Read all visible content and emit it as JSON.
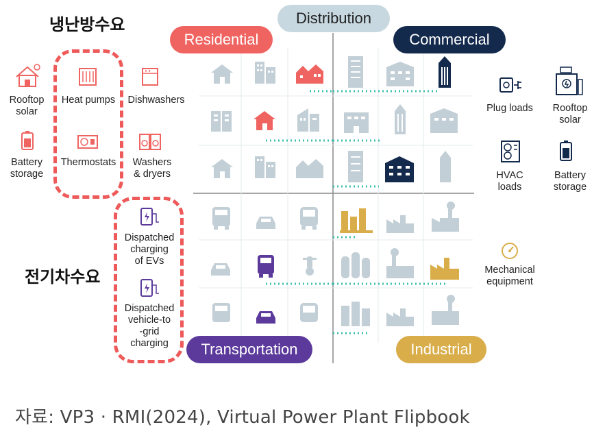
{
  "headings": {
    "heating_cooling": "냉난방수요",
    "ev": "전기차수요"
  },
  "pills": {
    "distribution": "Distribution",
    "residential": "Residential",
    "commercial": "Commercial",
    "transportation": "Transportation",
    "industrial": "Industrial"
  },
  "left_items": {
    "rooftop_solar": "Rooftop\nsolar",
    "heat_pumps": "Heat pumps",
    "dishwashers": "Dishwashers",
    "battery_storage": "Battery\nstorage",
    "thermostats": "Thermostats",
    "washers_dryers": "Washers\n& dryers",
    "dispatched_charging": "Dispatched\ncharging\nof EVs",
    "dispatched_v2g": "Dispatched\nvehicle-to\n-grid\ncharging"
  },
  "right_items": {
    "plug_loads": "Plug loads",
    "rooftop_solar": "Rooftop\nsolar",
    "hvac_loads": "HVAC\nloads",
    "battery_storage": "Battery\nstorage",
    "mechanical_equipment": "Mechanical\nequipment"
  },
  "source": "자료: VP3 · RMI(2024), Virtual Power Plant Flipbook",
  "colors": {
    "residential": "#ef6461",
    "commercial": "#142a4d",
    "transportation": "#5b3a9b",
    "industrial": "#d9ad4a",
    "distribution": "#c8d8e0",
    "grey_icon": "#c2cfd6",
    "teal_dots": "#3bbfad",
    "dash_red": "#ee5a5a"
  }
}
